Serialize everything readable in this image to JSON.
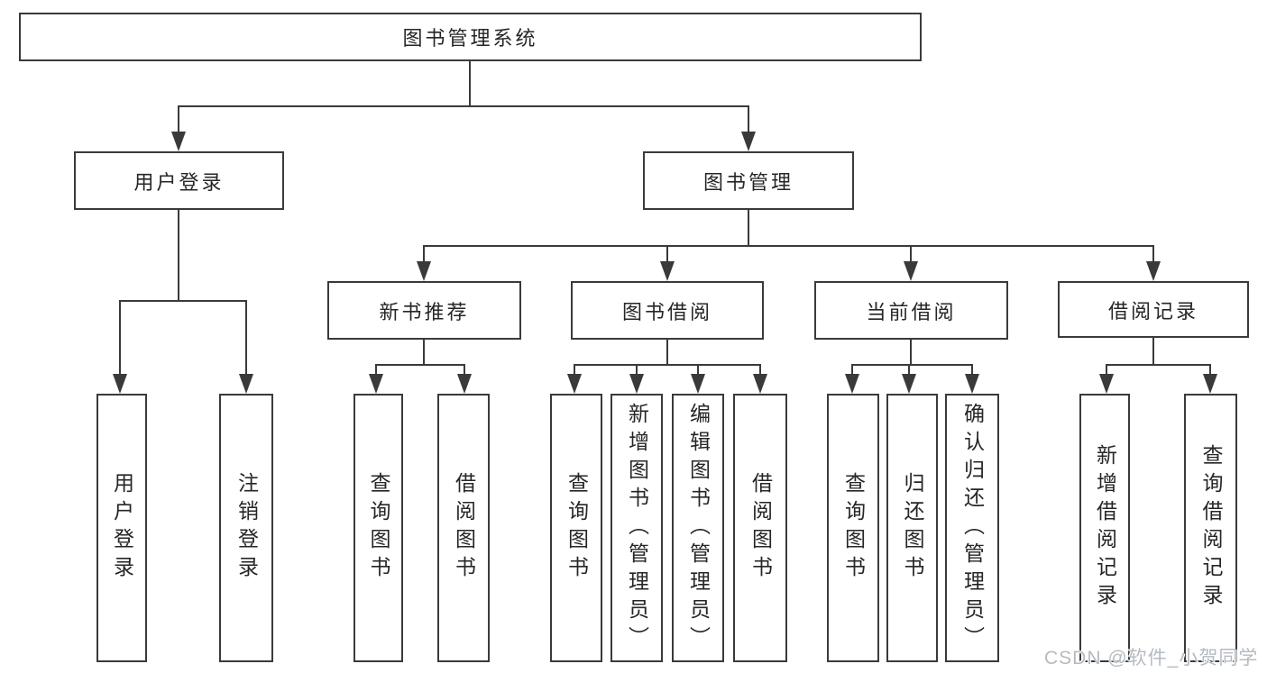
{
  "tree": {
    "label": "图书管理系统",
    "children": [
      {
        "label": "用户登录",
        "children": [
          {
            "label": "用户登录"
          },
          {
            "label": "注销登录"
          }
        ]
      },
      {
        "label": "图书管理",
        "children": [
          {
            "label": "新书推荐",
            "children": [
              {
                "label": "查询图书"
              },
              {
                "label": "借阅图书"
              }
            ]
          },
          {
            "label": "图书借阅",
            "children": [
              {
                "label": "查询图书"
              },
              {
                "label": "新增图书（管理员）"
              },
              {
                "label": "编辑图书（管理员）"
              },
              {
                "label": "借阅图书"
              }
            ]
          },
          {
            "label": "当前借阅",
            "children": [
              {
                "label": "查询图书"
              },
              {
                "label": "归还图书"
              },
              {
                "label": "确认归还（管理员）"
              }
            ]
          },
          {
            "label": "借阅记录",
            "children": [
              {
                "label": "新增借阅记录"
              },
              {
                "label": "查询借阅记录"
              }
            ]
          }
        ]
      }
    ]
  },
  "watermark": "CSDN @软件_小贺同学",
  "colors": {
    "line": "#3a3a3a",
    "text": "#262626",
    "background": "#ffffff",
    "watermark": "#b5bbc1"
  }
}
